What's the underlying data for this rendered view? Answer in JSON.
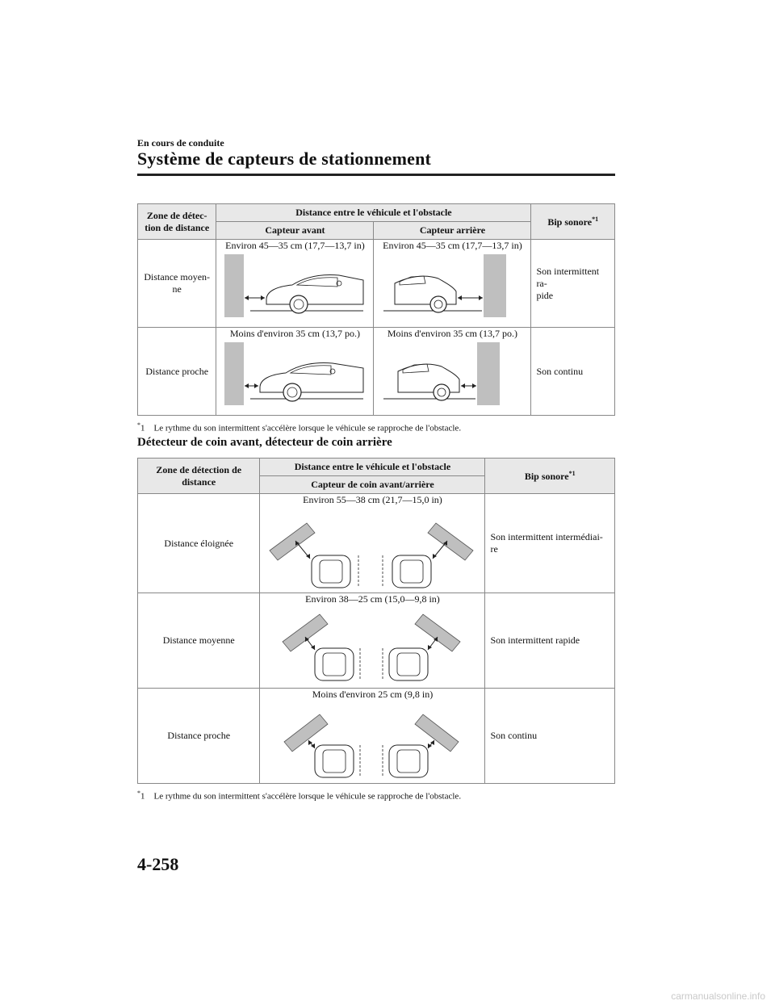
{
  "header": {
    "section": "En cours de conduite",
    "title": "Système de capteurs de stationnement"
  },
  "table1": {
    "headers": {
      "zone": "Zone de détec-\ntion de distance",
      "distance": "Distance entre le véhicule et l'obstacle",
      "front": "Capteur avant",
      "rear": "Capteur arrière",
      "beep": "Bip sonore",
      "beep_note": "*1"
    },
    "rows": [
      {
        "zone": "Distance moyen-\nne",
        "front": "Environ 45―35 cm (17,7―13,7 in)",
        "rear": "Environ 45―35 cm (17,7―13,7 in)",
        "beep": "Son intermittent ra-\npide"
      },
      {
        "zone": "Distance proche",
        "front": "Moins d'environ 35 cm (13,7 po.)",
        "rear": "Moins d'environ 35 cm (13,7 po.)",
        "beep": "Son continu"
      }
    ],
    "footnote_mark": "*",
    "footnote": "1    Le rythme du son intermittent s'accélère lorsque le véhicule se rapproche de l'obstacle."
  },
  "subheading": "Détecteur de coin avant, détecteur de coin arrière",
  "table2": {
    "headers": {
      "zone": "Zone de détection de\ndistance",
      "distance": "Distance entre le véhicule et l'obstacle",
      "corner": "Capteur de coin avant/arrière",
      "beep": "Bip sonore",
      "beep_note": "*1"
    },
    "rows": [
      {
        "zone": "Distance éloignée",
        "range": "Environ 55―38 cm (21,7―15,0 in)",
        "beep": "Son intermittent intermédiai-\nre"
      },
      {
        "zone": "Distance moyenne",
        "range": "Environ 38―25 cm (15,0―9,8 in)",
        "beep": "Son intermittent rapide"
      },
      {
        "zone": "Distance proche",
        "range": "Moins d'environ 25 cm (9,8 in)",
        "beep": "Son continu"
      }
    ],
    "footnote_mark": "*",
    "footnote": "1    Le rythme du son intermittent s'accélère lorsque le véhicule se rapproche de l'obstacle."
  },
  "page_number": "4-258",
  "watermark": "carmanualsonline.info",
  "colors": {
    "obstacle": "#bfbfbf",
    "header_bg": "#e8e8e8"
  },
  "icons": [
    "front-sensor-car-illustration",
    "rear-sensor-car-illustration",
    "corner-sensor-cars-illustration"
  ]
}
